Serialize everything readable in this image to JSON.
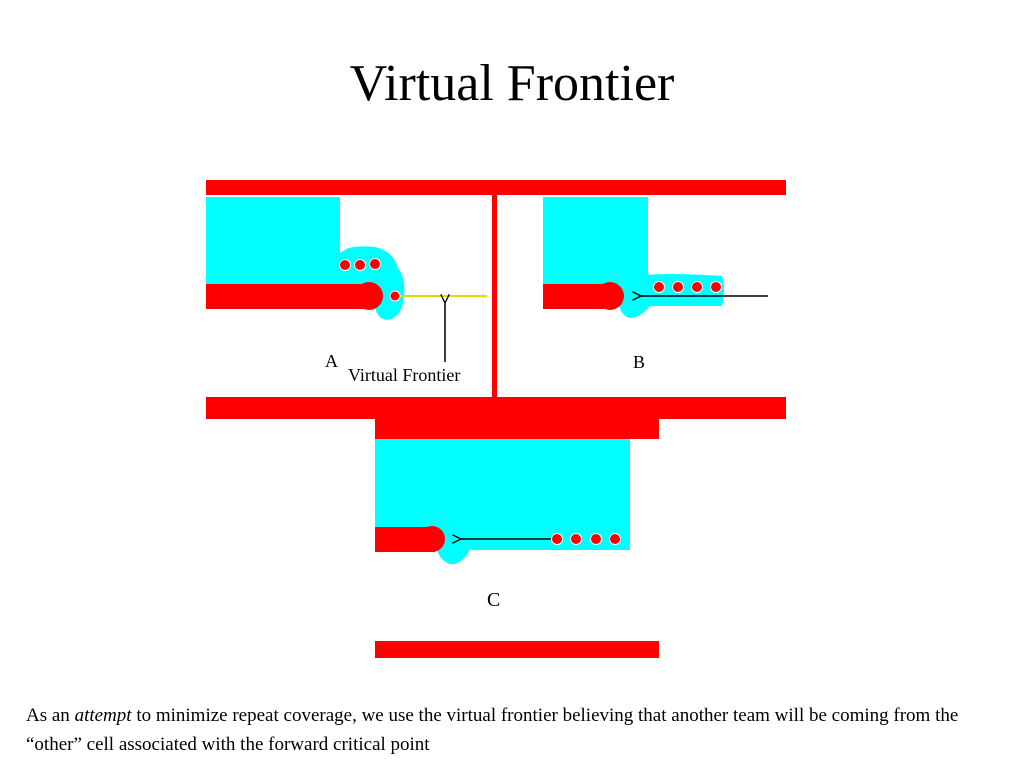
{
  "slide": {
    "title": "Virtual Frontier"
  },
  "colors": {
    "wall": "#ff0000",
    "covered": "#00ffff",
    "robot": "#ff0000",
    "frontier_line": "#dddd00",
    "arrow": "#000000",
    "background": "#ffffff"
  },
  "panels": {
    "a": {
      "label": "A",
      "annotation": "Virtual Frontier"
    },
    "b": {
      "label": "B"
    },
    "c": {
      "label": "C"
    }
  },
  "caption": {
    "part1": "As an ",
    "emphasis": "attempt",
    "part2": " to minimize repeat coverage, we use the virtual frontier believing that another team will be coming from the “other” cell associated with the forward critical point"
  }
}
